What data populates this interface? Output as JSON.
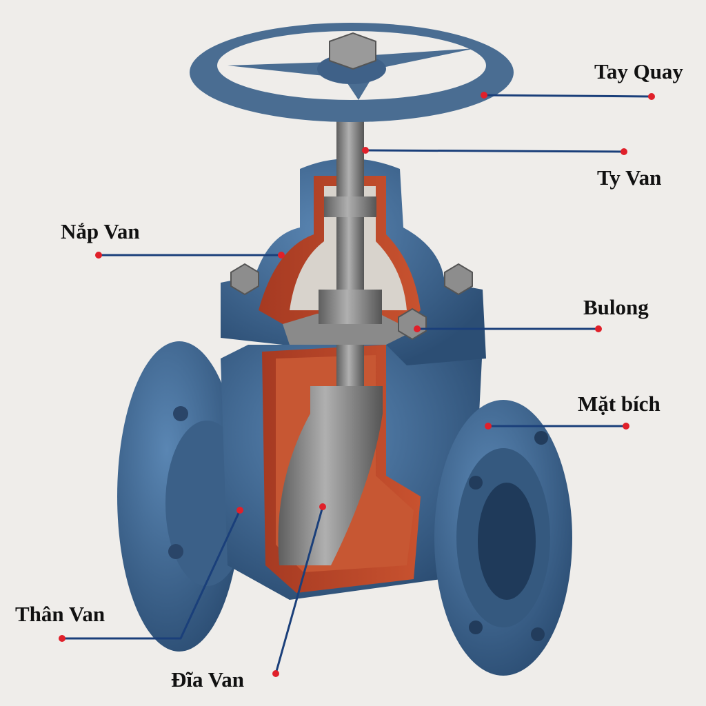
{
  "labels": {
    "handwheel": "Tay Quay",
    "stem": "Ty Van",
    "bonnet": "Nắp Van",
    "bolt": "Bulong",
    "flange": "Mặt bích",
    "body": "Thân Van",
    "disc": "Đĩa Van"
  },
  "colors": {
    "valve_blue": "#3f6690",
    "cutaway_red": "#b8442a",
    "steel": "#8b8b8b",
    "leader_line": "#1a3f7a",
    "marker_dot": "#e0202a"
  }
}
